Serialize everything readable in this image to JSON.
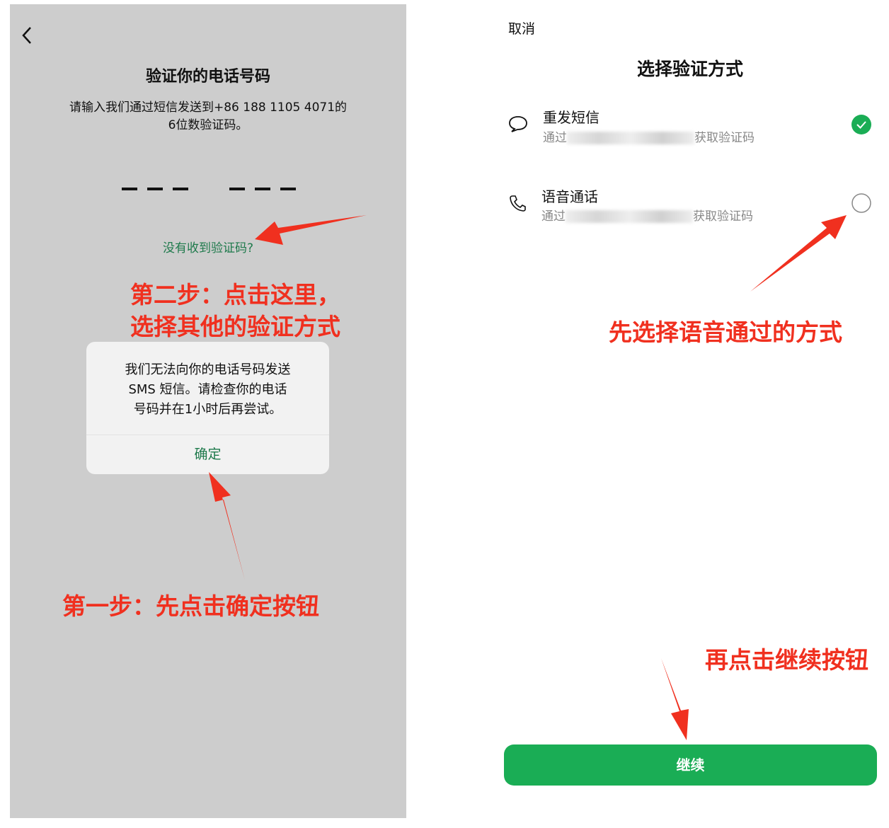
{
  "left": {
    "title": "验证你的电话号码",
    "desc_line1": "请输入我们通过短信发送到+86 188 1105 4071的",
    "desc_line2": "6位数验证码。",
    "no_code_link": "没有收到验证码?",
    "dialog": {
      "line1": "我们无法向你的电话号码发送",
      "line2": "SMS 短信。请检查你的电话",
      "line3": "号码并在1小时后再尝试。",
      "ok": "确定"
    }
  },
  "right": {
    "cancel": "取消",
    "title": "选择验证方式",
    "options": [
      {
        "label": "重发短信",
        "sub_prefix": "通过",
        "sub_suffix": "获取验证码",
        "selected": true
      },
      {
        "label": "语音通话",
        "sub_prefix": "通过",
        "sub_suffix": "获取验证码",
        "selected": false
      }
    ],
    "continue": "继续"
  },
  "annotations": {
    "step2_line1": "第二步：点击这里，",
    "step2_line2": "选择其他的验证方式",
    "step1": "第一步：先点击确定按钮",
    "choose_voice": "先选择语音通过的方式",
    "click_continue": "再点击继续按钮"
  },
  "colors": {
    "green": "#1aad55",
    "link_green": "#1f7a4c",
    "red": "#f0301f"
  }
}
